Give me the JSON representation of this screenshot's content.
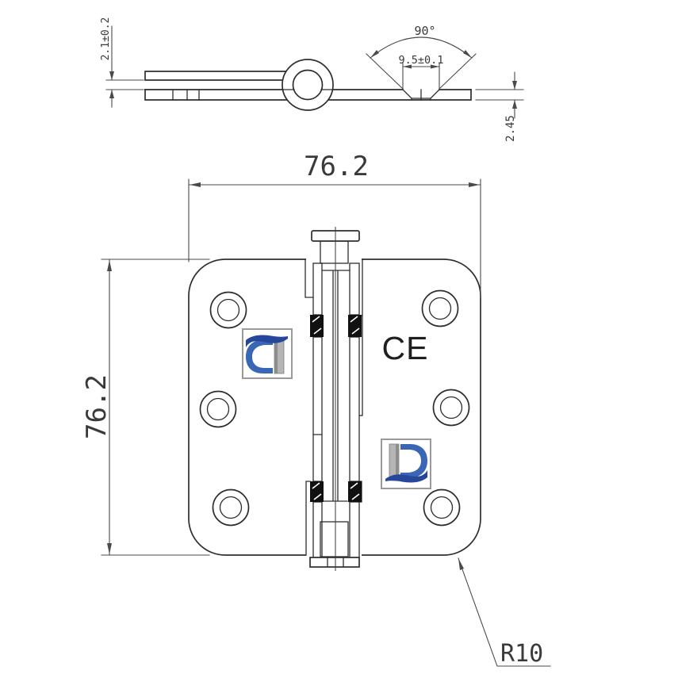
{
  "drawing": {
    "top_view": {
      "leaf_thickness_left": "2.1±0.2",
      "countersink_angle": "90°",
      "countersink_diameter": "9.5±0.1",
      "leaf_thickness_right": "2.45"
    },
    "front_view": {
      "width_mm": "76.2",
      "height_mm": "76.2",
      "certification_mark": "CE",
      "corner_radius": "R10"
    },
    "colors": {
      "line": "#2e2e2e",
      "dimension": "#4a4a4a",
      "logo_blue": "#3a67b5",
      "logo_blue_dark": "#27479b",
      "logo_gray": "#a9a9a9",
      "bearing_black": "#111111",
      "background": "#ffffff"
    }
  }
}
